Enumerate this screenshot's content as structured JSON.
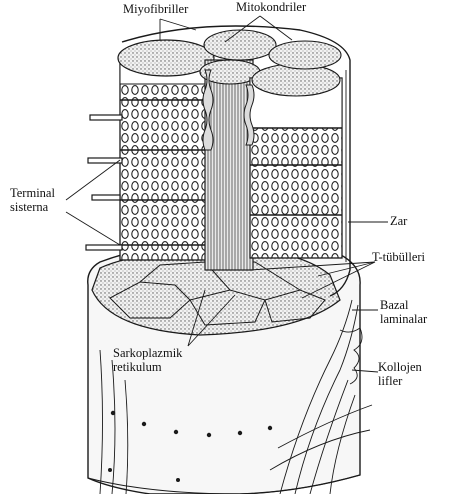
{
  "figure": {
    "labels": {
      "myofibrils": "Miyofibriller",
      "mitochondria": "Mitokondriler",
      "terminal_cisterna": [
        "Terminal",
        "sisterna"
      ],
      "membrane": "Zar",
      "t_tubules": "T-tübülleri",
      "basal_lamina": [
        "Bazal",
        "laminalar"
      ],
      "sarcoplasmic_reticulum": [
        "Sarkoplazmik",
        "retikulum"
      ],
      "collagen_fibers": [
        "Kollojen",
        "lifler"
      ]
    },
    "colors": {
      "ink": "#1a1a1a",
      "background": "#ffffff",
      "shade": "#cfcfcf"
    }
  }
}
